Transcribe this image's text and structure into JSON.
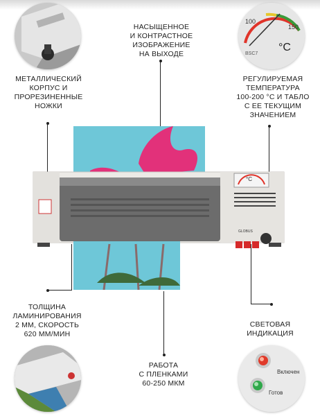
{
  "labels": {
    "top_center": [
      "НАСЫЩЕННОЕ",
      "И КОНТРАСТНОЕ",
      "ИЗОБРАЖЕНИЕ",
      "НА ВЫХОДЕ"
    ],
    "left_top": [
      "МЕТАЛЛИЧЕСКИЙ",
      "КОРПУС И",
      "ПРОРЕЗИНЕННЫЕ",
      "НОЖКИ"
    ],
    "right_top": [
      "РЕГУЛИРУЕМАЯ",
      "ТЕМПЕРАТУРА",
      "100-200 °С И ТАБЛО",
      "С ЕЕ ТЕКУЩИМ",
      "ЗНАЧЕНИЕМ"
    ],
    "left_bottom": [
      "ТОЛЩИНА",
      "ЛАМИНИРОВАНИЯ",
      "2 ММ, СКОРОСТЬ",
      "620 ММ/МИН"
    ],
    "bottom_center": [
      "РАБОТА",
      "С ПЛЕНКАМИ",
      "60-250 МКМ"
    ],
    "right_bottom": [
      "СВЕТОВАЯ",
      "ИНДИКАЦИЯ"
    ]
  },
  "gauge": {
    "scale_start": "100",
    "scale_end": "150",
    "unit": "°C",
    "model": "BSC7"
  },
  "indicators": {
    "on_label": "Включен",
    "ready_label": "Готов"
  },
  "device": {
    "unit_symbol": "°C",
    "brand": "GLOBUS"
  },
  "colors": {
    "flower": "#e2317a",
    "sky": "#6ec7d8",
    "body": "#eceae6",
    "roller": "#6c6c6c",
    "red_lamp": "#e03a2a",
    "green_lamp": "#2fa84a"
  }
}
